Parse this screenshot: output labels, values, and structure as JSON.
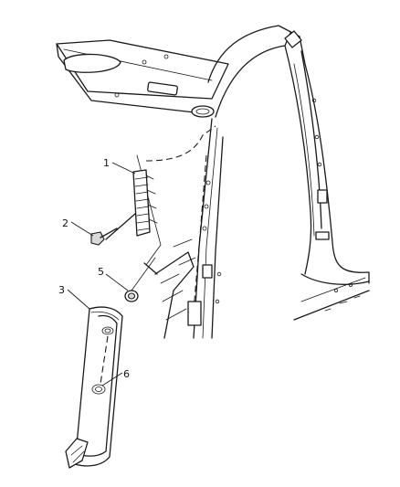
{
  "callouts": [
    {
      "id": "1",
      "label": "1"
    },
    {
      "id": "2",
      "label": "2"
    },
    {
      "id": "3",
      "label": "3"
    },
    {
      "id": "5",
      "label": "5"
    },
    {
      "id": "6",
      "label": "6"
    }
  ],
  "colors": {
    "line": "#1a1a1a",
    "background": "#ffffff",
    "shade": "#d9d9d9"
  }
}
